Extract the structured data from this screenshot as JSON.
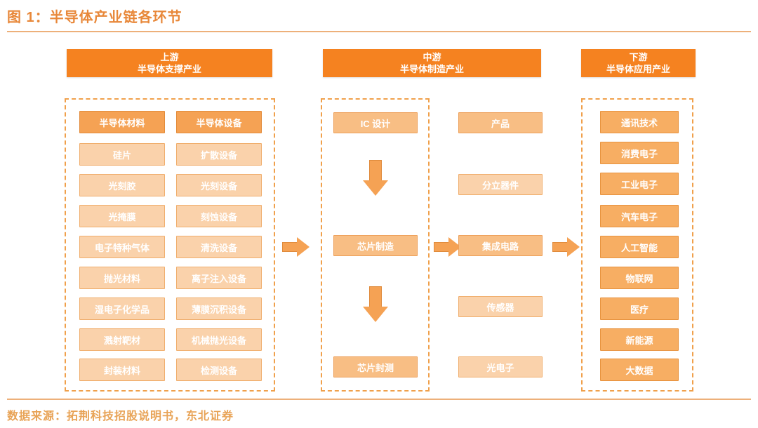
{
  "figure": {
    "title": "图 1：半导体产业链各环节",
    "source": "数据来源：拓荆科技招股说明书，东北证券"
  },
  "sections": {
    "upstream": {
      "header_line1": "上游",
      "header_line2": "半导体支撑产业",
      "column_materials": [
        "半导体材料",
        "硅片",
        "光刻胶",
        "光掩膜",
        "电子特种气体",
        "抛光材料",
        "湿电子化学品",
        "溅射靶材",
        "封装材料"
      ],
      "column_equipment": [
        "半导体设备",
        "扩散设备",
        "光刻设备",
        "刻蚀设备",
        "清洗设备",
        "离子注入设备",
        "薄膜沉积设备",
        "机械抛光设备",
        "检测设备"
      ]
    },
    "midstream": {
      "header_line1": "中游",
      "header_line2": "半导体制造产业",
      "process_flow": [
        "IC 设计",
        "芯片制造",
        "芯片封测"
      ],
      "product_column": [
        "产品",
        "分立器件",
        "集成电路",
        "传感器",
        "光电子"
      ]
    },
    "downstream": {
      "header_line1": "下游",
      "header_line2": "半导体应用产业",
      "applications": [
        "通讯技术",
        "消费电子",
        "工业电子",
        "汽车电子",
        "人工智能",
        "物联网",
        "医疗",
        "新能源",
        "大数据"
      ]
    }
  },
  "colors": {
    "accent": "#f58220",
    "header_bg": "#f58220",
    "box_strong": "#f5a254",
    "box_light": "#fad2ab",
    "box_mid": "#f8be84",
    "box_downstream": "#f7ae63",
    "dashed_border": "#f0a04b",
    "rule": "#edb07a",
    "title_text": "#e8883a",
    "source_text": "#e8a356"
  }
}
